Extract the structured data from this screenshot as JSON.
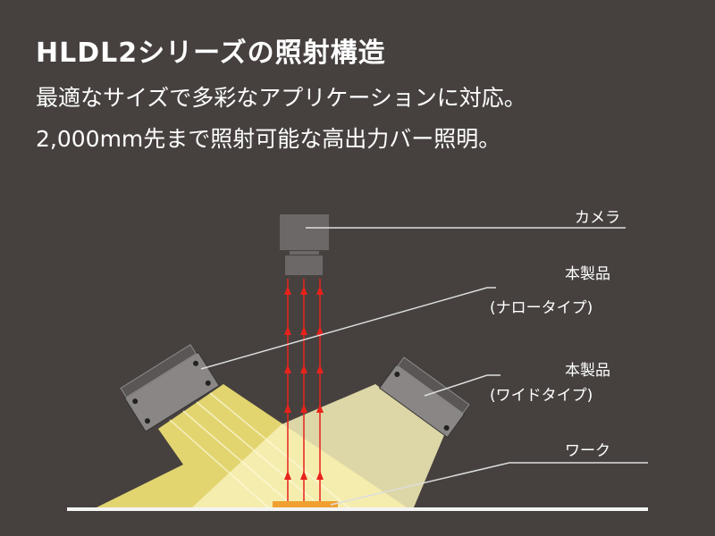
{
  "title": "HLDL2シリーズの照射構造",
  "description": [
    "最適なサイズで多彩なアプリケーションに対応。",
    "2,000mm先まで照射可能な高出力バー照明。"
  ],
  "labels": {
    "camera": "カメラ",
    "narrow_1": "本製品",
    "narrow_2": "(ナロータイプ)",
    "wide_1": "本製品",
    "wide_2": "(ワイドタイプ)",
    "work": "ワーク"
  },
  "colors": {
    "background": "#46413f",
    "light": "#f3e676",
    "arrow": "#e8221c",
    "work": "#f0a030"
  }
}
